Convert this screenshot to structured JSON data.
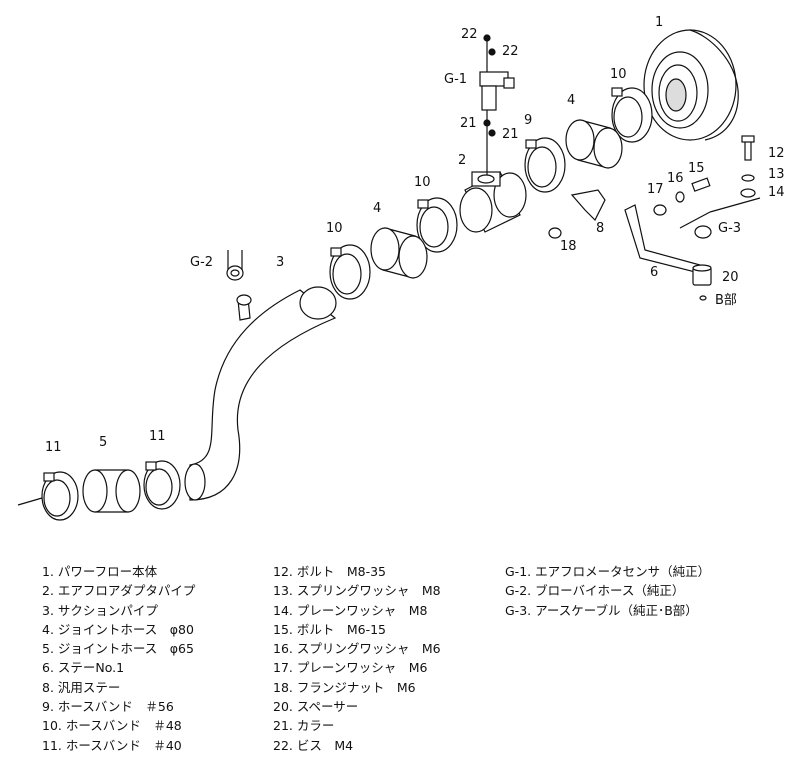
{
  "callouts": {
    "n1": "1",
    "n2": "2",
    "n3": "3",
    "n4a": "4",
    "n4b": "4",
    "n5": "5",
    "n6": "6",
    "n8": "8",
    "n9": "9",
    "n10a": "10",
    "n10b": "10",
    "n10c": "10",
    "n11a": "11",
    "n11b": "11",
    "n12": "12",
    "n13": "13",
    "n14": "14",
    "n15": "15",
    "n16": "16",
    "n17": "17",
    "n18": "18",
    "n20": "20",
    "n21a": "21",
    "n21b": "21",
    "n22a": "22",
    "n22b": "22",
    "g1": "G-1",
    "g2": "G-2",
    "g3": "G-3",
    "bbu": "B部"
  },
  "legend": {
    "col1": [
      "1. パワーフロー本体",
      "2. エアフロアダプタパイプ",
      "3. サクションパイプ",
      "4. ジョイントホース　φ80",
      "5. ジョイントホース　φ65",
      "6. ステーNo.1",
      "8. 汎用ステー",
      "9. ホースバンド　＃56",
      "10. ホースバンド　＃48",
      "11. ホースバンド　＃40"
    ],
    "col2": [
      "12. ボルト　M8-35",
      "13. スプリングワッシャ　M8",
      "14. プレーンワッシャ　M8",
      "15. ボルト　M6-15",
      "16. スプリングワッシャ　M6",
      "17. プレーンワッシャ　M6",
      "18. フランジナット　M6",
      "20. スペーサー",
      "21. カラー",
      "22. ビス　M4"
    ],
    "col3": [
      "G-1. エアフロメータセンサ（純正）",
      "G-2. ブローバイホース（純正）",
      "G-3. アースケーブル（純正･B部）"
    ]
  }
}
